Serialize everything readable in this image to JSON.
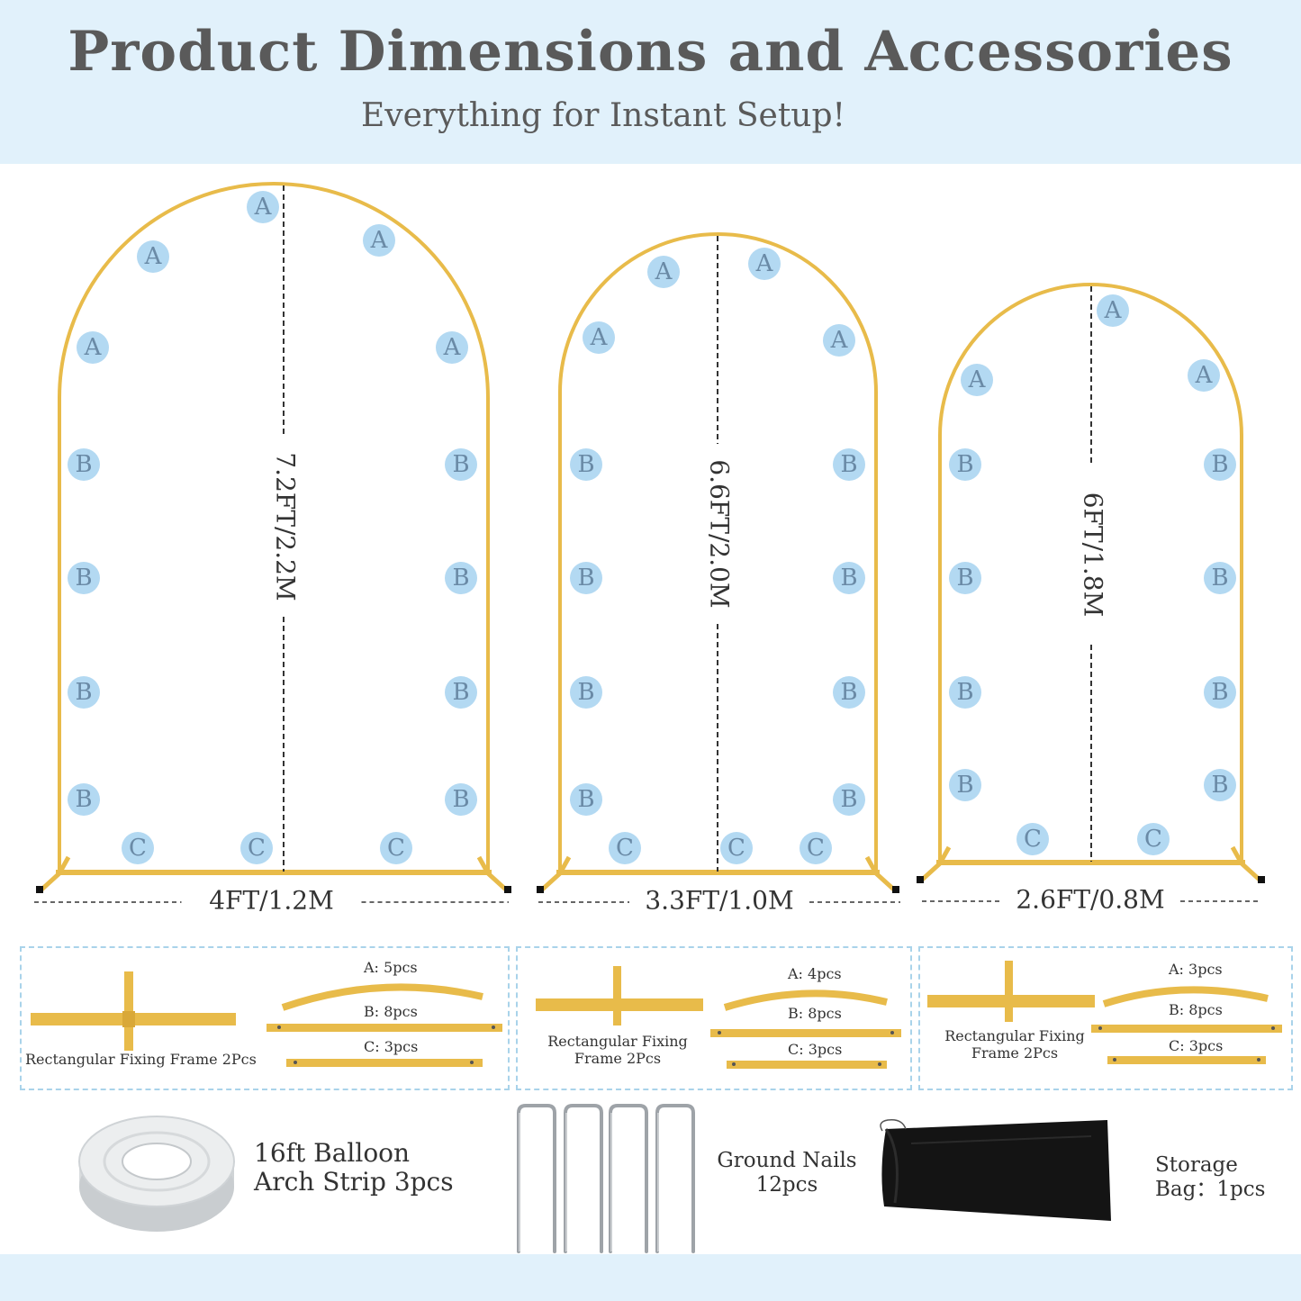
{
  "header": {
    "title": "Product Dimensions and Accessories",
    "subtitle": "Everything for Instant Setup!"
  },
  "colors": {
    "header_bg": "#e1f1fb",
    "gold": "#e8bb4a",
    "badge": "#b3d9f2",
    "badge_text": "#6a8aa6",
    "dashed_border": "#a9d3ea"
  },
  "arches": [
    {
      "height_label": "7.2FT/2.2M",
      "width_label": "4FT/1.2M",
      "badges": {
        "A": 5,
        "B": 8,
        "C": 3
      }
    },
    {
      "height_label": "6.6FT/2.0M",
      "width_label": "3.3FT/1.0M",
      "badges": {
        "A": 4,
        "B": 8,
        "C": 3
      }
    },
    {
      "height_label": "6FT/1.8M",
      "width_label": "2.6FT/0.8M",
      "badges": {
        "A": 3,
        "B": 8,
        "C": 2
      }
    }
  ],
  "badge_letters": {
    "a": "A",
    "b": "B",
    "c": "C"
  },
  "parts": [
    {
      "frame_label": "Rectangular Fixing Frame 2Pcs",
      "a_label": "A: 5pcs",
      "b_label": "B: 8pcs",
      "c_label": "C: 3pcs"
    },
    {
      "frame_label_line1": "Rectangular Fixing",
      "frame_label_line2": "Frame 2Pcs",
      "a_label": "A: 4pcs",
      "b_label": "B: 8pcs",
      "c_label": "C: 3pcs"
    },
    {
      "frame_label_line1": "Rectangular Fixing",
      "frame_label_line2": "Frame 2Pcs",
      "a_label": "A: 3pcs",
      "b_label": "B: 8pcs",
      "c_label": "C: 3pcs"
    }
  ],
  "accessories": {
    "balloon_strip": {
      "line1": "16ft Balloon",
      "line2": "Arch Strip 3pcs",
      "icon": "tape-roll-icon"
    },
    "ground_nails": {
      "line1": "Ground Nails",
      "line2": "12pcs",
      "icon": "ground-nail-icon"
    },
    "storage_bag": {
      "line1": "Storage",
      "line2": "Bag：1pcs",
      "icon": "storage-bag-icon"
    }
  }
}
